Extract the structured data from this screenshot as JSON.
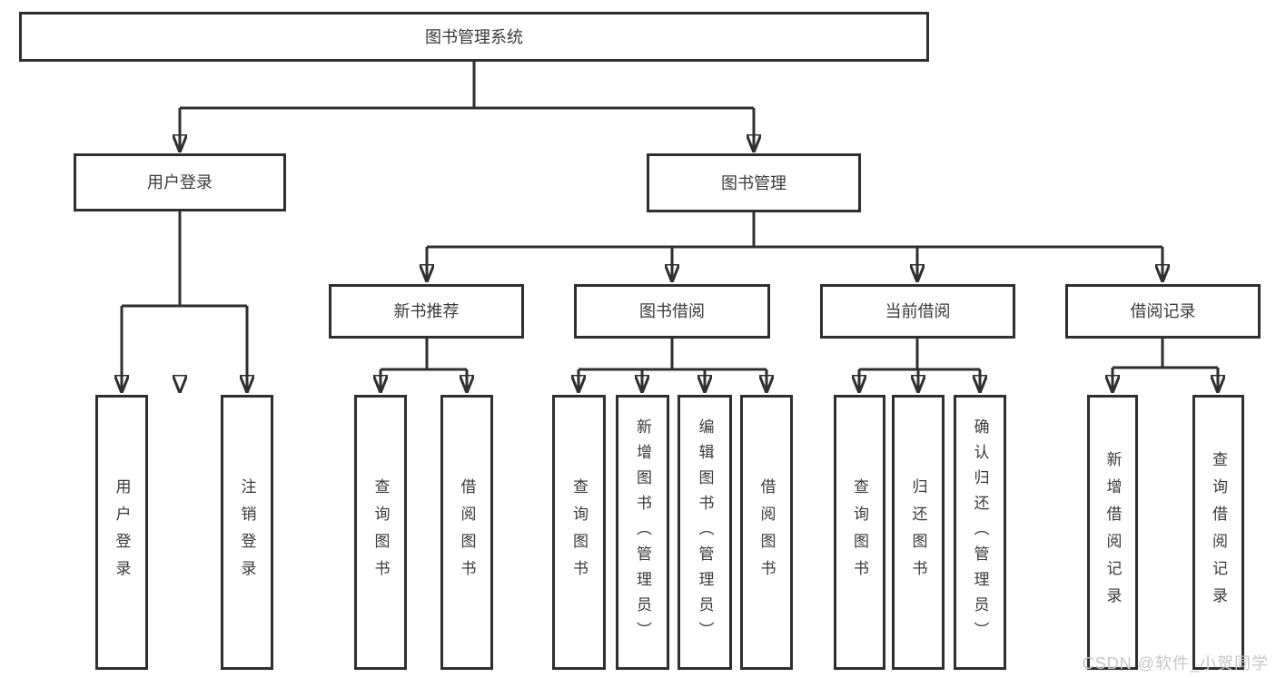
{
  "colors": {
    "line": "#2f2f2f",
    "box_border": "#2f2f2f",
    "text": "#3a3a3a",
    "watermark": "#c6c6c6",
    "background": "#ffffff"
  },
  "tree": {
    "root": {
      "label": "图书管理系统"
    },
    "level2": [
      {
        "label": "用户登录"
      },
      {
        "label": "图书管理"
      }
    ],
    "level3": [
      {
        "label": "新书推荐"
      },
      {
        "label": "图书借阅"
      },
      {
        "label": "当前借阅"
      },
      {
        "label": "借阅记录"
      }
    ],
    "leaves": {
      "user_login": [
        {
          "label": "用户登录"
        },
        {
          "label": "注销登录"
        }
      ],
      "new_books": [
        {
          "label": "查询图书"
        },
        {
          "label": "借阅图书"
        }
      ],
      "book_borrow": [
        {
          "label": "查询图书"
        },
        {
          "label": "新增图书（管理员）"
        },
        {
          "label": "编辑图书（管理员）"
        },
        {
          "label": "借阅图书"
        }
      ],
      "current_borrow": [
        {
          "label": "查询图书"
        },
        {
          "label": "归还图书"
        },
        {
          "label": "确认归还（管理员）"
        }
      ],
      "borrow_records": [
        {
          "label": "新增借阅记录"
        },
        {
          "label": "查询借阅记录"
        }
      ]
    }
  },
  "watermark": {
    "text": "CSDN @软件_小贺同学"
  }
}
